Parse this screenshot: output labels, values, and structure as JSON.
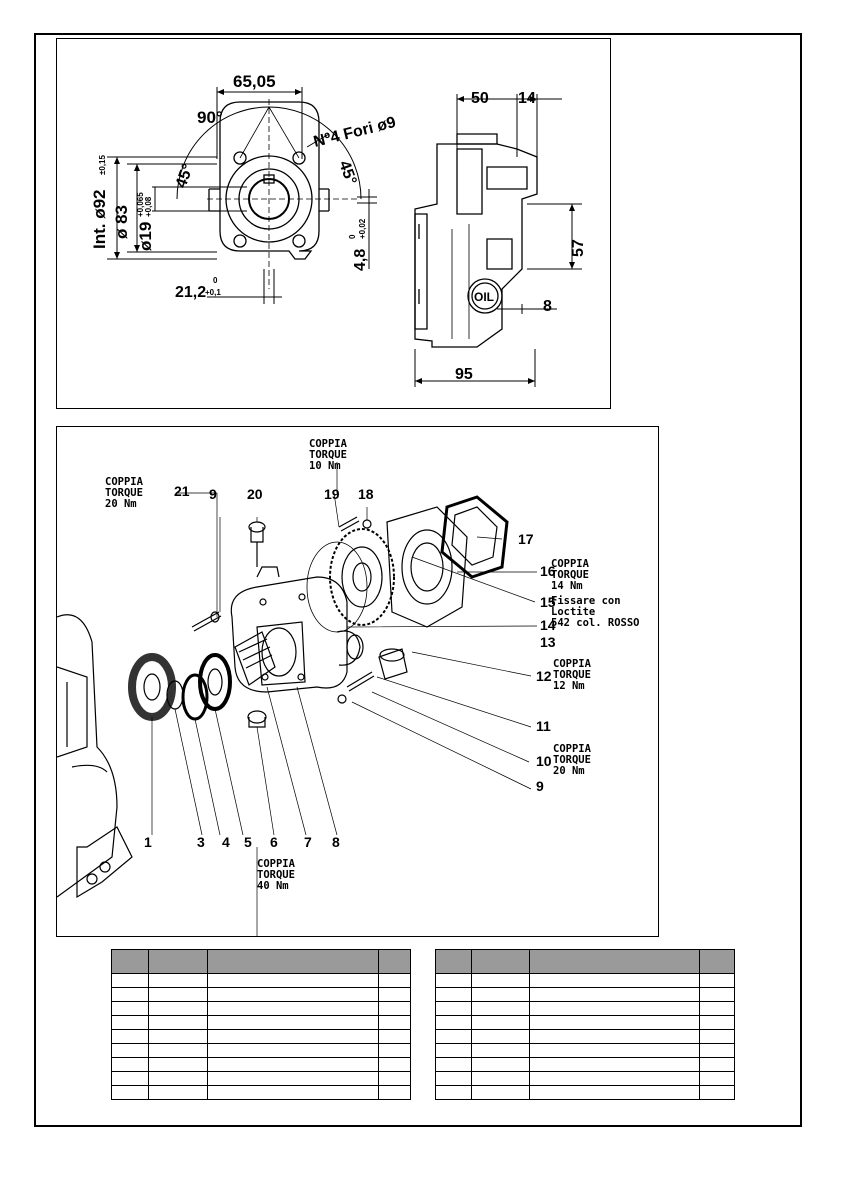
{
  "drawing": {
    "dims": {
      "width_top": "65,05",
      "angle_90": "90°",
      "holes": "Nº4 Fori ø9",
      "angle_45_left": "45°",
      "angle_45_right": "45°",
      "int_dia": "Int. ø92",
      "int_dia_tol": "±0,15",
      "dia_83": "ø 83",
      "dia_19": "ø19",
      "dia_19_tol_hi": "+0,065",
      "dia_19_tol_lo": "+0,08",
      "key_48": "4,8",
      "key_48_tol_hi": "0",
      "key_48_tol_lo": "+0,02",
      "dim_212": "21,2",
      "dim_212_tol_hi": "0",
      "dim_212_tol_lo": "+0,1",
      "dim_50": "50",
      "dim_14": "14",
      "dim_57": "57",
      "dim_8": "8",
      "dim_95": "95",
      "oil": "OIL"
    }
  },
  "exploded": {
    "parts": [
      "1",
      "3",
      "4",
      "5",
      "6",
      "7",
      "8",
      "9",
      "9",
      "10",
      "11",
      "12",
      "13",
      "14",
      "15",
      "16",
      "17",
      "18",
      "19",
      "20",
      "21"
    ],
    "notes": {
      "n19": [
        "COPPIA",
        "TORQUE",
        "10 Nm"
      ],
      "n21": [
        "COPPIA",
        "TORQUE",
        "20 Nm"
      ],
      "n16": [
        "COPPIA",
        "TORQUE",
        "14 Nm"
      ],
      "n15": [
        "Fissare con",
        "Loctite",
        "542 col. ROSSO"
      ],
      "n12": [
        "COPPIA",
        "TORQUE",
        "12 Nm"
      ],
      "n10": [
        "COPPIA",
        "TORQUE",
        "20 Nm"
      ],
      "n6": [
        "COPPIA",
        "TORQUE",
        "40 Nm"
      ]
    }
  },
  "tables": {
    "header_fill": "#9a9a9a",
    "rows_per_table": 9,
    "columns": 4
  }
}
